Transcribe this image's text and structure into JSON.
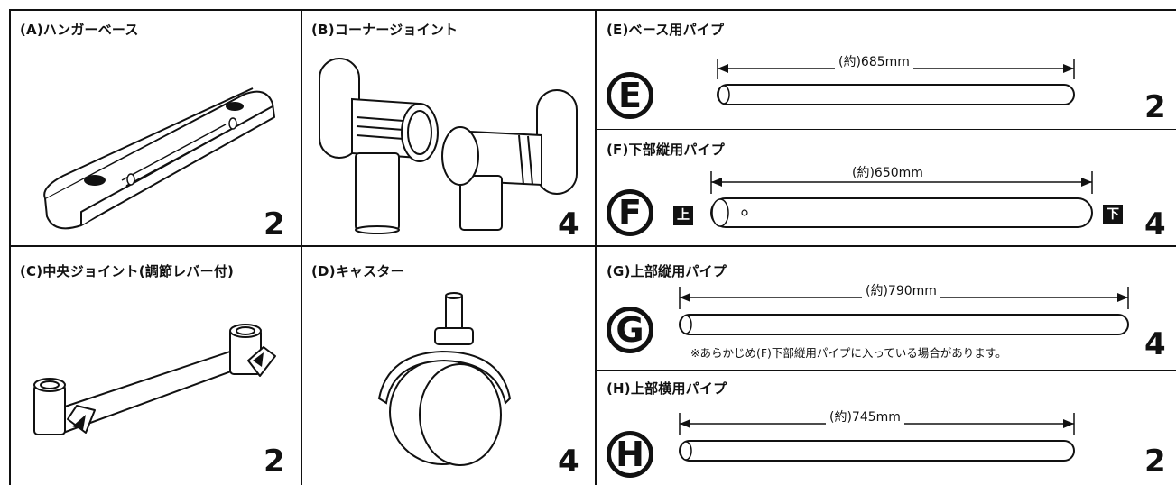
{
  "parts": {
    "a": {
      "title": "(A)ハンガーベース",
      "qty": "2"
    },
    "b": {
      "title": "(B)コーナージョイント",
      "qty": "4"
    },
    "c": {
      "title": "(C)中央ジョイント(調節レバー付)",
      "qty": "2"
    },
    "d": {
      "title": "(D)キャスター",
      "qty": "4"
    },
    "e": {
      "title": "(E)ベース用パイプ",
      "qty": "2",
      "badge": "E",
      "length": "(約)685mm"
    },
    "f": {
      "title": "(F)下部縦用パイプ",
      "qty": "4",
      "badge": "F",
      "length": "(約)650mm",
      "top_tag": "上",
      "bottom_tag": "下"
    },
    "g": {
      "title": "(G)上部縦用パイプ",
      "qty": "4",
      "badge": "G",
      "length": "(約)790mm",
      "note": "※あらかじめ(F)下部縦用パイプに入っている場合があります。"
    },
    "h": {
      "title": "(H)上部横用パイプ",
      "qty": "2",
      "badge": "H",
      "length": "(約)745mm"
    }
  }
}
